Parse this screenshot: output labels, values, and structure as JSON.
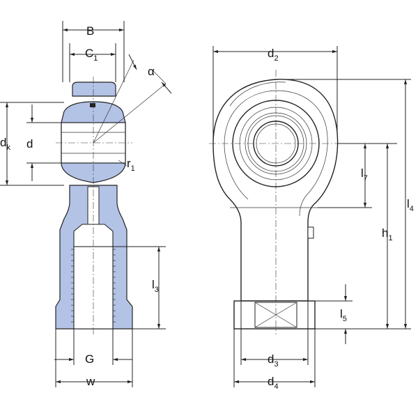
{
  "colors": {
    "section_fill": "#b3c3e6",
    "line": "#222222",
    "background": "#ffffff"
  },
  "labels": {
    "B": "B",
    "C1": {
      "main": "C",
      "sub": "1"
    },
    "alpha": "α",
    "dk": {
      "main": "d",
      "sub": "k"
    },
    "d": "d",
    "r1": {
      "main": "r",
      "sub": "1"
    },
    "l3": {
      "main": "l",
      "sub": "3"
    },
    "G": "G",
    "w": "w",
    "d2": {
      "main": "d",
      "sub": "2"
    },
    "l7": {
      "main": "l",
      "sub": "7"
    },
    "l4": {
      "main": "l",
      "sub": "4"
    },
    "h1": {
      "main": "h",
      "sub": "1"
    },
    "l5": {
      "main": "l",
      "sub": "5"
    },
    "d3": {
      "main": "d",
      "sub": "3"
    },
    "d4": {
      "main": "d",
      "sub": "4"
    }
  }
}
